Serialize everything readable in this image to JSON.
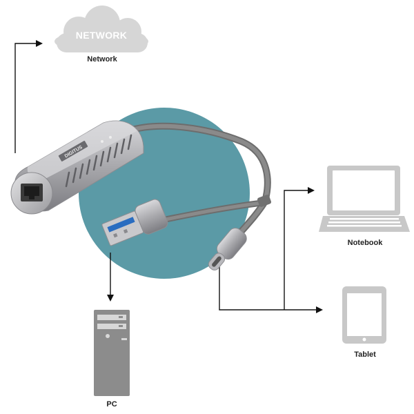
{
  "cloud_text": "NETWORK",
  "labels": {
    "network": "Network",
    "notebook": "Notebook",
    "tablet": "Tablet",
    "pc": "PC"
  },
  "device_brand": "DIGITUS",
  "colors": {
    "circle": "#5b9aa6",
    "cloud": "#d6d6d6",
    "device_gray": "#8a8a8a",
    "aluminium": "#b8b8bc",
    "usb_blue": "#2a6dc0",
    "arrow": "#111111"
  }
}
